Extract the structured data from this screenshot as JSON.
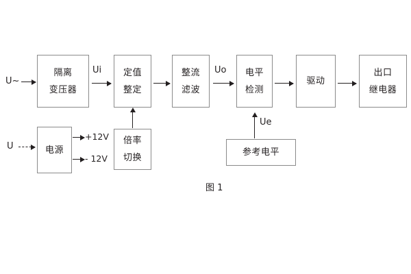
{
  "figure": {
    "caption": "图 1"
  },
  "blocks": {
    "isolation_transformer": {
      "line1": "隔离",
      "line2": "变压器"
    },
    "setting_value": {
      "line1": "定值",
      "line2": "整定"
    },
    "rectify_filter": {
      "line1": "整流",
      "line2": "滤波"
    },
    "level_detection": {
      "line1": "电平",
      "line2": "检测"
    },
    "drive": {
      "line1": "驱动"
    },
    "output_relay": {
      "line1": "出口",
      "line2": "继电器"
    },
    "power_supply": {
      "line1": "电源"
    },
    "multiplier_switch": {
      "line1": "倍率",
      "line2": "切换"
    },
    "reference_level": {
      "line1": "参考电平"
    }
  },
  "labels": {
    "input_ac": "U~",
    "input_dc": "U",
    "ui": "Ui",
    "uo": "Uo",
    "ue": "Ue",
    "v_pos": "+12V",
    "v_neg": "- 12V"
  },
  "colors": {
    "box_border": "#8a8a8a",
    "text": "#231f20",
    "arrow": "#231f20",
    "background": "#ffffff"
  }
}
